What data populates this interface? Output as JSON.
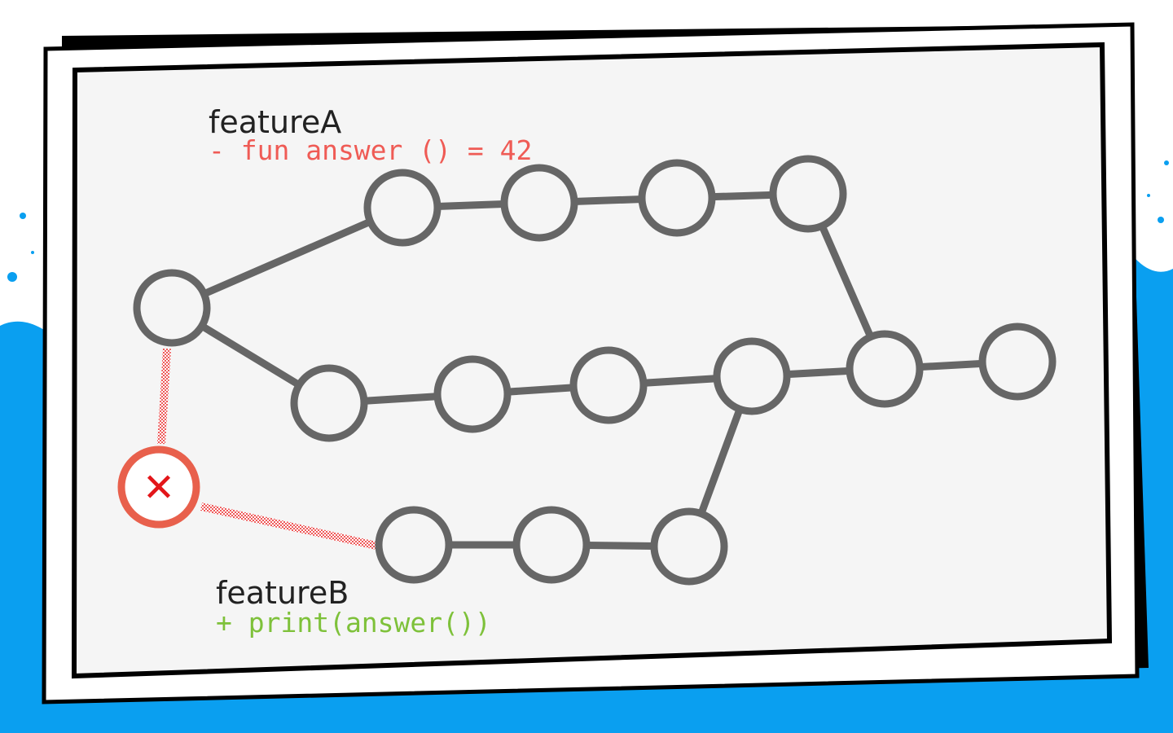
{
  "branches": [
    {
      "name": "featureA",
      "diff": "- fun answer () = 42",
      "diff_color": "#ef5b55"
    },
    {
      "name": "featureB",
      "diff": "+ print(answer())",
      "diff_color": "#7ec13a"
    }
  ],
  "conflict": {
    "icon": "conflict-x-icon",
    "symbol": "✕",
    "ring_color": "#e8604c",
    "x_color": "#e3161a"
  },
  "colors": {
    "splash": "#0a9ff0",
    "card": "#f5f5f5",
    "frame": "#000000",
    "commit": "#666666",
    "conflict_link": "#ee5a5a"
  }
}
